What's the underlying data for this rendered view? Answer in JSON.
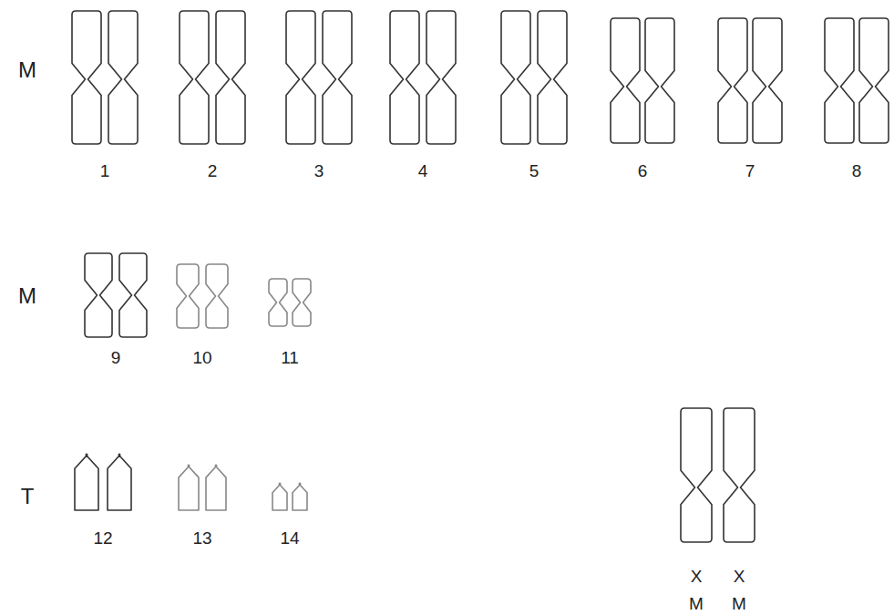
{
  "diagram": {
    "labels": [
      "M",
      "1",
      "2",
      "3",
      "4",
      "5",
      "6",
      "7",
      "8",
      "M",
      "9",
      "10",
      "11",
      "T",
      "12",
      "13",
      "14",
      "X",
      "X",
      "M",
      "M"
    ]
  }
}
